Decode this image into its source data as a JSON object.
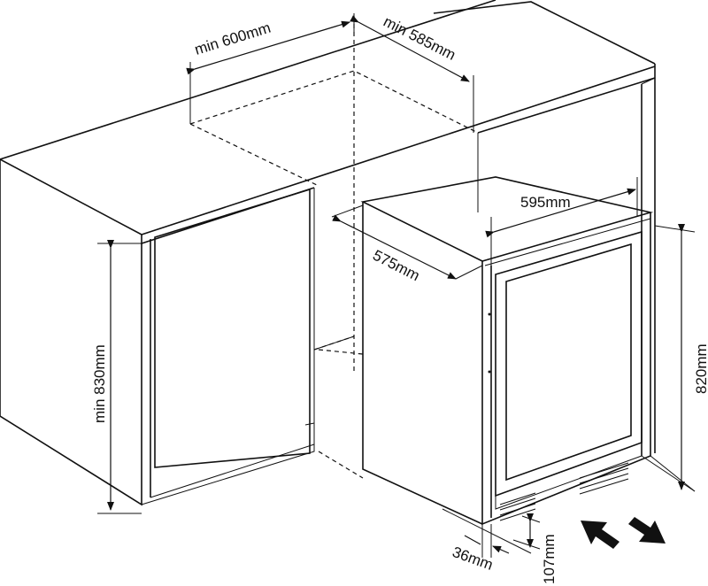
{
  "title": "Built-in installation dimensions",
  "dimensions": {
    "niche_width": "min 600mm",
    "niche_depth": "min 585mm",
    "unit_width": "595mm",
    "unit_depth": "575mm",
    "niche_height": "min 830mm",
    "unit_height": "820mm",
    "door_offset": "36mm",
    "plinth_height": "107mm"
  },
  "icons": [
    "airflow-in-arrow",
    "airflow-out-arrow"
  ],
  "colors": {
    "line": "#111111",
    "background": "#ffffff"
  }
}
